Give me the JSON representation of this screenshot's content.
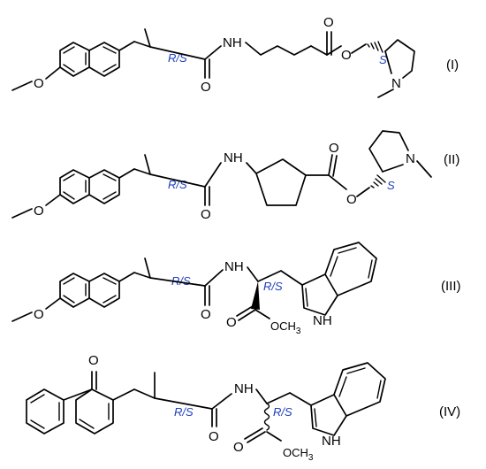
{
  "compounds": [
    {
      "label": "(I)",
      "atoms": {
        "nh": "NH",
        "o_keto": "O",
        "o_ester_dbl": "O",
        "o_ester": "O",
        "o_methoxy": "O",
        "n_ring": "N"
      },
      "stereo": {
        "alpha": "R/S",
        "pyrrolidine": "S"
      }
    },
    {
      "label": "(II)",
      "atoms": {
        "nh": "NH",
        "o_keto": "O",
        "o_ester_dbl": "O",
        "o_ester": "O",
        "o_methoxy": "O",
        "n_ring": "N"
      },
      "stereo": {
        "alpha": "R/S",
        "pyrrolidine": "S"
      }
    },
    {
      "label": "(III)",
      "atoms": {
        "nh": "NH",
        "o_keto": "O",
        "o_ester_dbl": "O",
        "o_methoxy": "O",
        "och3": "OCH",
        "och3_sub": "3",
        "indole_nh": "NH"
      },
      "stereo": {
        "alpha": "R/S",
        "trp": "R/S"
      }
    },
    {
      "label": "(IV)",
      "atoms": {
        "o_benzo": "O",
        "nh": "NH",
        "o_keto": "O",
        "o_ester_dbl": "O",
        "och3": "OCH",
        "och3_sub": "3",
        "indole_nh": "NH"
      },
      "stereo": {
        "alpha": "R/S",
        "trp": "R/S"
      }
    }
  ],
  "colors": {
    "stereo": "#1f3fbf",
    "bond": "#000000"
  }
}
